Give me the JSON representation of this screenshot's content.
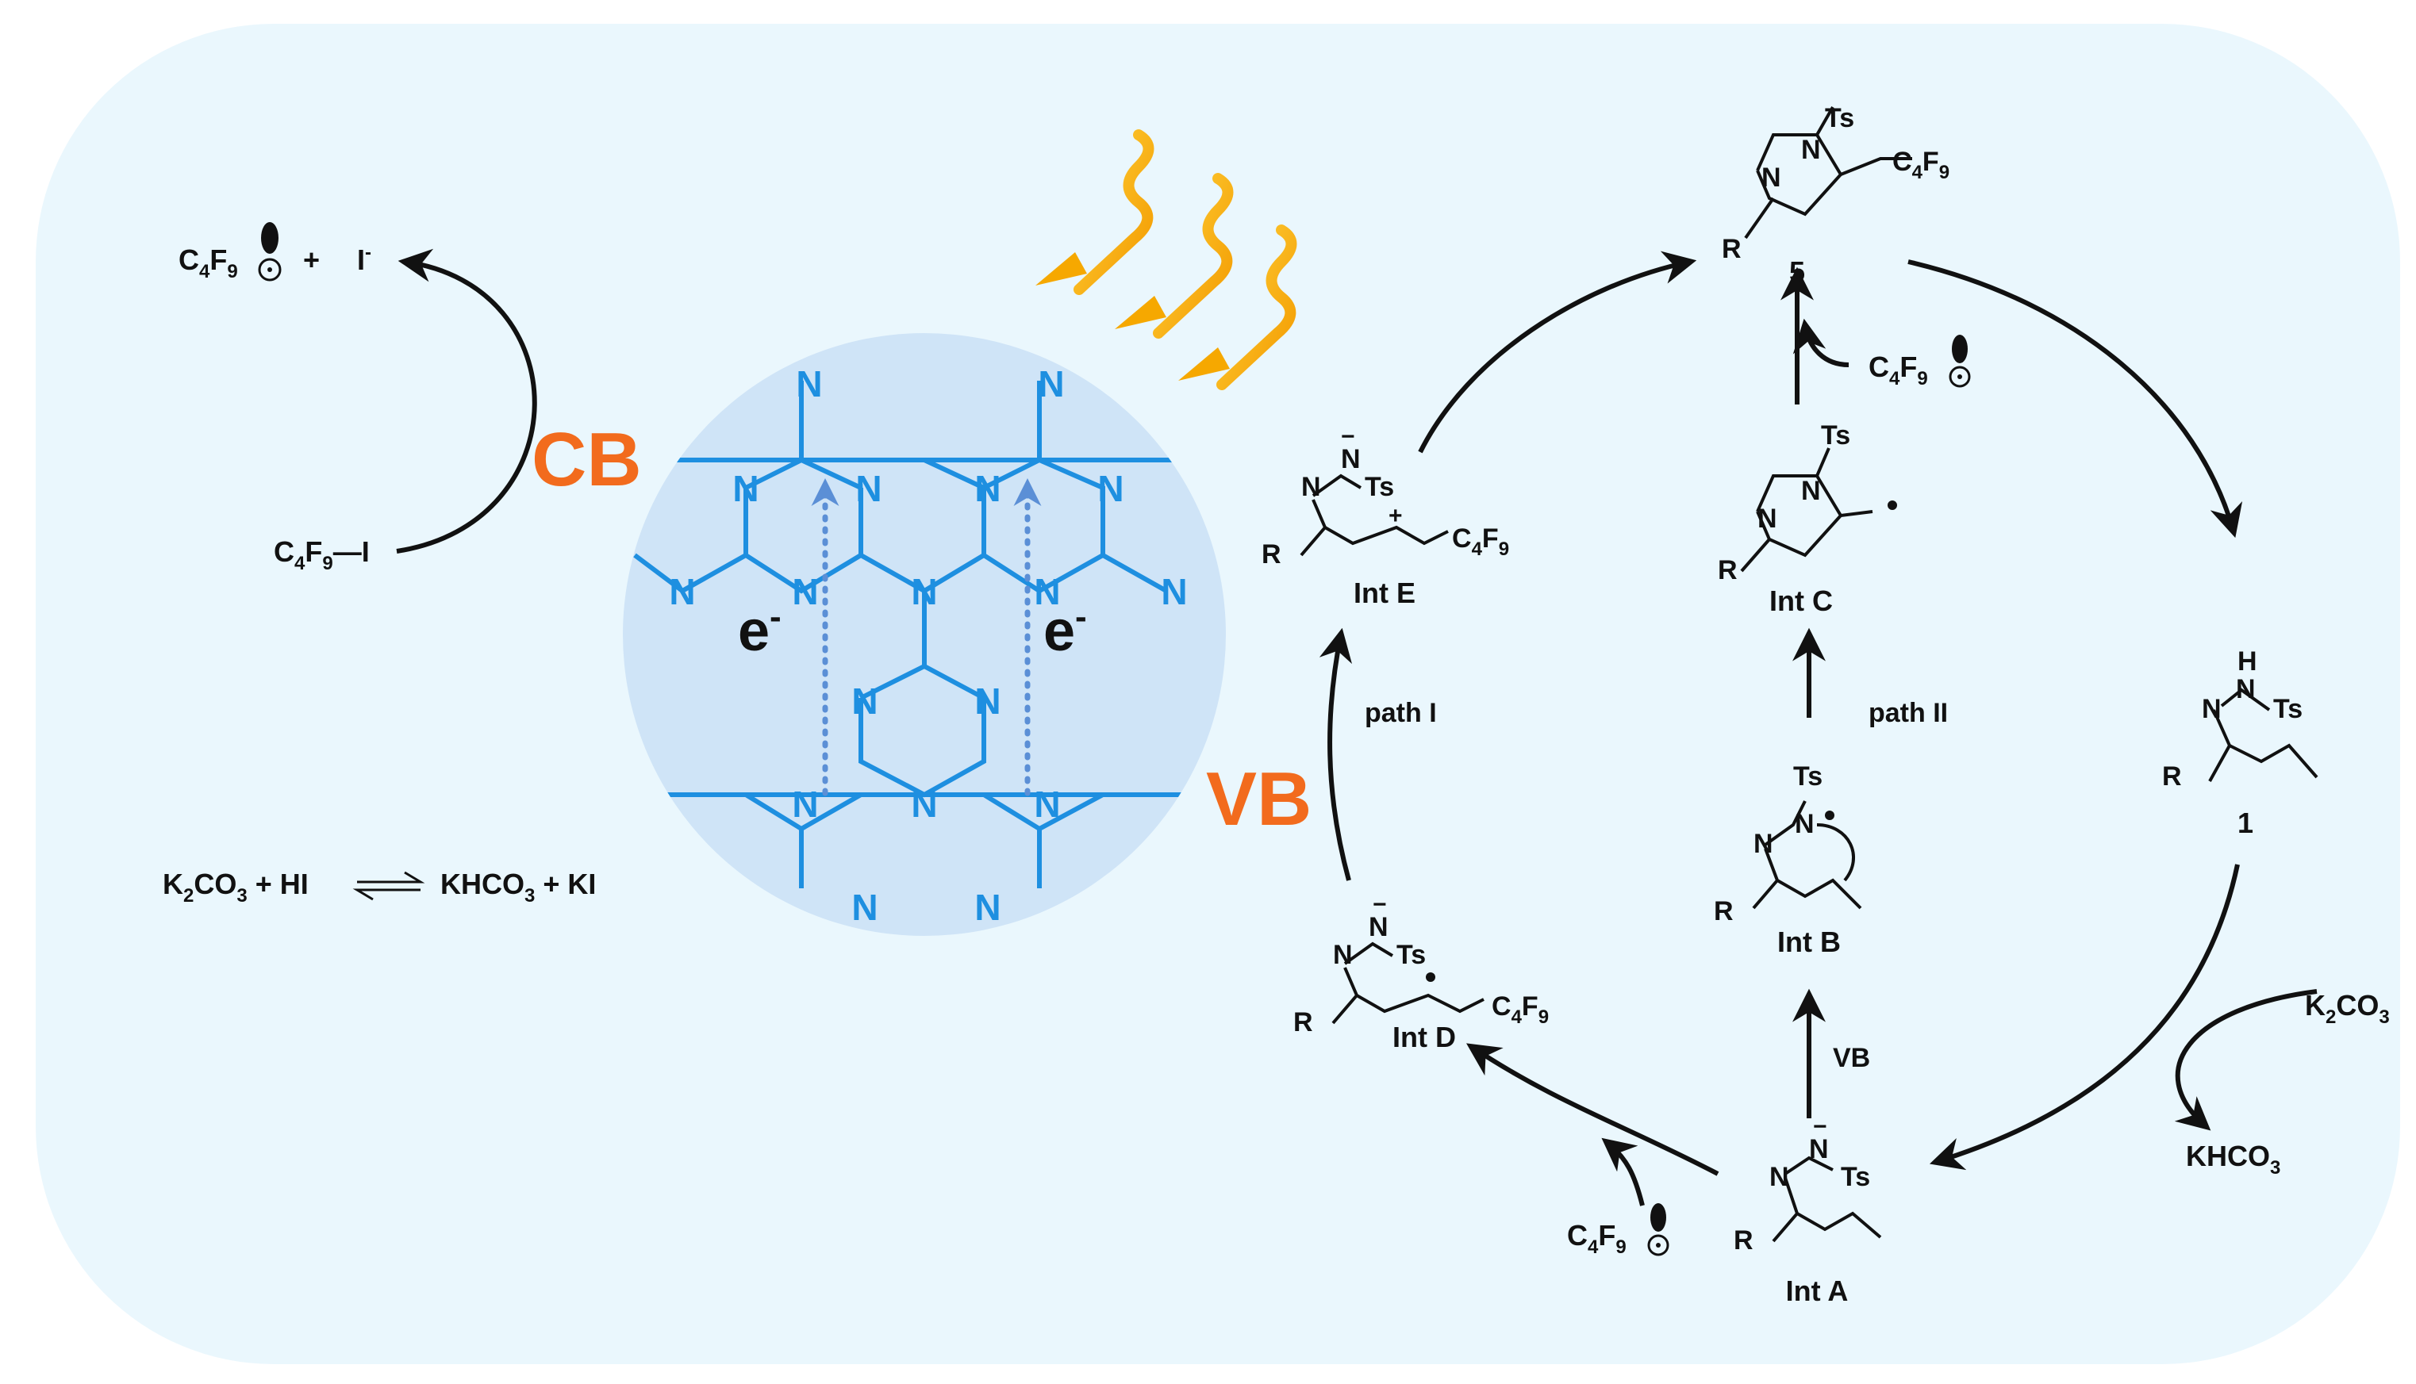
{
  "diagram": {
    "band_labels": {
      "cb": "CB",
      "vb": "VB"
    },
    "electron": "e",
    "electron_charge": "-",
    "nitrogen": "N",
    "reagents": {
      "c4f9": "C4F9",
      "iodide": "I",
      "iodide_charge": "-",
      "plus": "+",
      "c4f9i": "C4F9—I",
      "equilibrium_left": "K2CO3 + HI",
      "equilibrium_right": "KHCO3 + KI",
      "k2co3": "K2CO3",
      "khco3": "KHCO3"
    },
    "intermediates": {
      "int_a": "Int A",
      "int_b": "Int B",
      "int_c": "Int C",
      "int_d": "Int D",
      "int_e": "Int E"
    },
    "compounds": {
      "substrate": "1",
      "product": "5"
    },
    "path_labels": {
      "path1": "path I",
      "path2": "path II",
      "vb_step": "VB"
    },
    "atoms": {
      "R": "R",
      "Ts": "Ts",
      "H": "H",
      "N": "N",
      "C4F9": "C4F9"
    },
    "colors": {
      "background_panel": "#eaf7fd",
      "network_circle": "#cfe4f7",
      "network_blue": "#1e8fe0",
      "band_orange": "#f26b1d",
      "light_bolt": "#f6a800",
      "arrow_dark": "#111111"
    }
  }
}
